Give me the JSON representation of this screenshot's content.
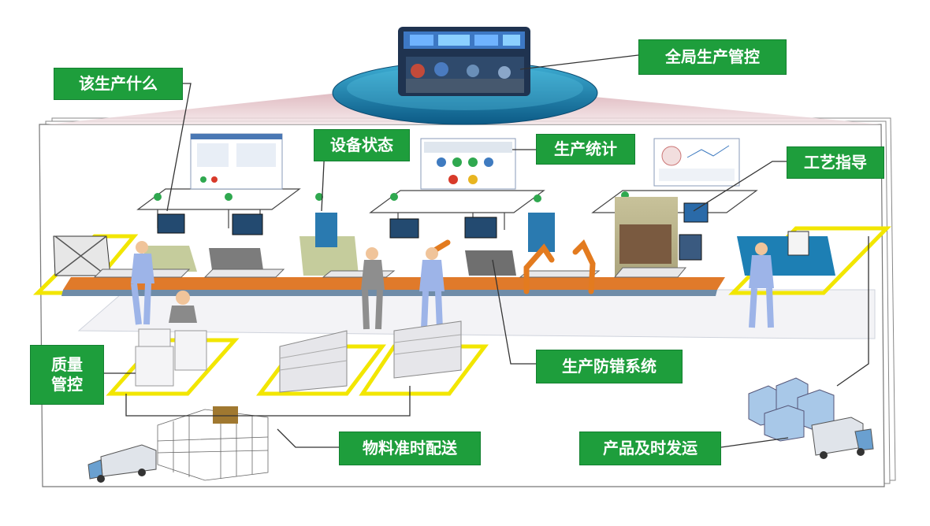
{
  "labels": {
    "global_control": "全局生产管控",
    "what_to_produce": "该生产什么",
    "equipment_status": "设备状态",
    "production_stats": "生产统计",
    "process_guidance": "工艺指导",
    "quality_control_line1": "质量",
    "quality_control_line2": "管控",
    "error_proofing": "生产防错系统",
    "material_delivery": "物料准时配送",
    "product_shipping": "产品及时发运"
  },
  "colors": {
    "label_green": "#1e9e3c",
    "station_yellow": "#f2e600",
    "conveyor_orange": "#e07a2a",
    "robot_orange": "#e37b1f",
    "worker_blue": "#9db4e8",
    "rack_blue": "#1d7fb4"
  }
}
